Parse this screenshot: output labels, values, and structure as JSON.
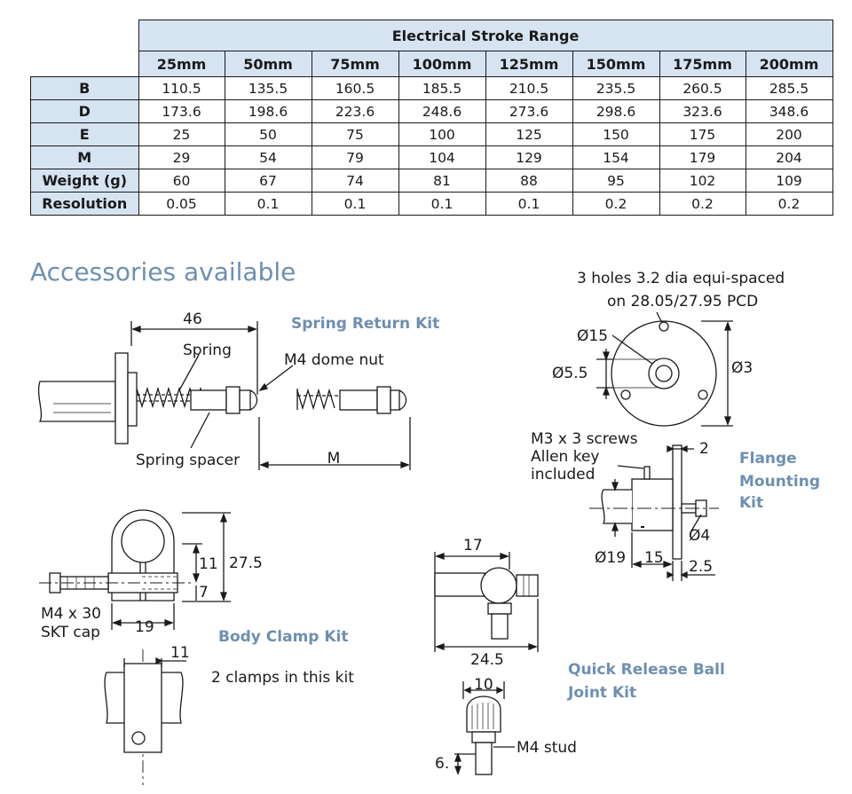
{
  "table": {
    "title": "Electrical Stroke Range",
    "columns": [
      "25mm",
      "50mm",
      "75mm",
      "100mm",
      "125mm",
      "150mm",
      "175mm",
      "200mm"
    ],
    "rows": [
      {
        "label": "B",
        "values": [
          "110.5",
          "135.5",
          "160.5",
          "185.5",
          "210.5",
          "235.5",
          "260.5",
          "285.5"
        ]
      },
      {
        "label": "D",
        "values": [
          "173.6",
          "198.6",
          "223.6",
          "248.6",
          "273.6",
          "298.6",
          "323.6",
          "348.6"
        ]
      },
      {
        "label": "E",
        "values": [
          "25",
          "50",
          "75",
          "100",
          "125",
          "150",
          "175",
          "200"
        ]
      },
      {
        "label": "M",
        "values": [
          "29",
          "54",
          "79",
          "104",
          "129",
          "154",
          "179",
          "204"
        ]
      },
      {
        "label": "Weight (g)",
        "values": [
          "60",
          "67",
          "74",
          "81",
          "88",
          "95",
          "102",
          "109"
        ]
      },
      {
        "label": "Resolution",
        "values": [
          "0.05",
          "0.1",
          "0.1",
          "0.1",
          "0.1",
          "0.2",
          "0.2",
          "0.2"
        ]
      }
    ]
  },
  "accessories_heading": "Accessories available",
  "spring_kit": {
    "title": "Spring Return Kit",
    "dim_46": "46",
    "spring": "Spring",
    "dome_nut": "M4 dome nut",
    "spacer": "Spring spacer",
    "dim_m": "M"
  },
  "flange": {
    "holes_line1": "3 holes 3.2 dia equi-spaced",
    "holes_line2": "on 28.05/27.95 PCD",
    "d15": "Ø15",
    "d55": "Ø5.5",
    "d3": "Ø3",
    "screws_line1": "M3 x 3 screws",
    "screws_line2": "Allen key",
    "screws_line3": "included",
    "dim_2": "2",
    "title_line1": "Flange",
    "title_line2": "Mounting",
    "title_line3": "Kit",
    "d4": "Ø4",
    "d19": "Ø19",
    "dim_15": "15",
    "dim_25": "2.5"
  },
  "clamp": {
    "dim_11a": "11",
    "dim_275": "27.5",
    "dim_7": "7",
    "cap_line1": "M4 x 30",
    "cap_line2": "SKT cap",
    "dim_19": "19",
    "title": "Body Clamp Kit",
    "dim_11b": "11",
    "note": "2 clamps in this kit"
  },
  "ball_joint": {
    "dim_17": "17",
    "dim_245": "24.5",
    "title_line1": "Quick Release Ball",
    "title_line2": "Joint Kit",
    "dim_10": "10",
    "stud": "M4 stud",
    "dim_6": "6."
  }
}
